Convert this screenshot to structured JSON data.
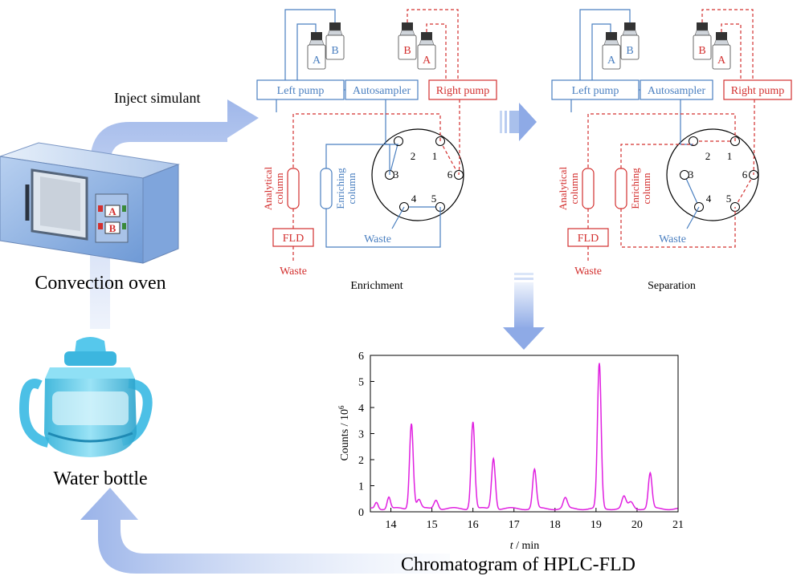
{
  "labels": {
    "inject": "Inject simulant",
    "oven": "Convection oven",
    "bottle": "Water bottle",
    "chromatogram": "Chromatogram of HPLC-FLD",
    "enrichment": "Enrichment",
    "separation": "Separation"
  },
  "panel": {
    "left_pump": "Left pump",
    "autosampler": "Autosampler",
    "right_pump": "Right pump",
    "bottle_a": "A",
    "bottle_b": "B",
    "analytical_col": [
      "Analytical",
      "column"
    ],
    "enriching_col": [
      "Enriching",
      "column"
    ],
    "fld": "FLD",
    "waste": "Waste",
    "ports": [
      "1",
      "2",
      "3",
      "4",
      "5",
      "6"
    ]
  },
  "oven_labels": [
    "A",
    "B"
  ],
  "colors": {
    "blue": "#4a7fc0",
    "red": "#d3302f",
    "trace": "#e020e0",
    "arrow": "#9db4e6"
  },
  "icons": [
    "oven-icon",
    "water-bottle-icon",
    "bottle-icon",
    "column-icon",
    "valve-icon",
    "arrow-icon"
  ],
  "chart_data": {
    "type": "line",
    "xlabel_italic": "t",
    "xlabel_unit": " / min",
    "ylabel": "Counts / 10",
    "ylabel_sup": "6",
    "xlim": [
      13.5,
      21
    ],
    "ylim": [
      0,
      6
    ],
    "xticks": [
      14,
      15,
      16,
      17,
      18,
      19,
      20,
      21
    ],
    "yticks": [
      0,
      1,
      2,
      3,
      4,
      5,
      6
    ],
    "peaks": [
      {
        "t": 13.65,
        "h": 0.25,
        "w": 0.04
      },
      {
        "t": 13.95,
        "h": 0.45,
        "w": 0.04
      },
      {
        "t": 14.5,
        "h": 3.3,
        "w": 0.045
      },
      {
        "t": 14.68,
        "h": 0.35,
        "w": 0.05
      },
      {
        "t": 15.1,
        "h": 0.35,
        "w": 0.05
      },
      {
        "t": 16.0,
        "h": 3.35,
        "w": 0.045
      },
      {
        "t": 16.5,
        "h": 1.95,
        "w": 0.045
      },
      {
        "t": 17.5,
        "h": 1.5,
        "w": 0.045
      },
      {
        "t": 18.25,
        "h": 0.4,
        "w": 0.05
      },
      {
        "t": 19.08,
        "h": 5.55,
        "w": 0.045
      },
      {
        "t": 19.68,
        "h": 0.45,
        "w": 0.05
      },
      {
        "t": 19.85,
        "h": 0.25,
        "w": 0.06
      },
      {
        "t": 20.32,
        "h": 1.35,
        "w": 0.045
      }
    ],
    "baseline": 0.12
  }
}
